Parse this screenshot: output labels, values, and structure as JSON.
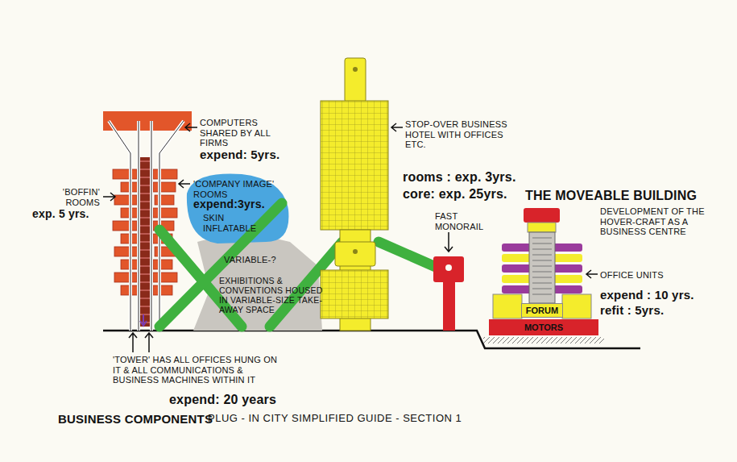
{
  "diagram": {
    "title": "BUSINESS COMPONENTS",
    "caption": "PLUG - IN CITY SIMPLIFIED GUIDE - SECTION 1",
    "nodes": [
      {
        "text": [
          "FORUM"
        ]
      },
      {
        "text": [
          "MOTORS"
        ]
      }
    ],
    "labels": [
      "COMPUTERS SHARED BY ALL FIRMS",
      "expend: 5yrs.",
      "'BOFFIN' ROOMS",
      "exp. 5 yrs.",
      "'COMPANY IMAGE' ROOMS",
      "expend:3yrs.",
      "SKIN INFLATABLE",
      "VARIABLE-?",
      "EXHIBITIONS & CONVENTIONS HOUSED IN VARIABLE-SIZE TAKE-AWAY SPACE",
      "STOP-OVER BUSINESS HOTEL WITH OFFICES ETC.",
      "rooms : exp. 3yrs.",
      "core: exp. 25yrs.",
      "FAST MONORAIL",
      "THE MOVEABLE BUILDING",
      "DEVELOPMENT OF THE HOVER-CRAFT AS A BUSINESS CENTRE",
      "OFFICE UNITS",
      "expend : 10 yrs.",
      "refit : 5yrs.",
      "'TOWER' HAS ALL OFFICES HUNG ON IT & ALL COMMUNICATIONS & BUSINESS MACHINES WITHIN IT",
      "expend: 20 years"
    ]
  }
}
